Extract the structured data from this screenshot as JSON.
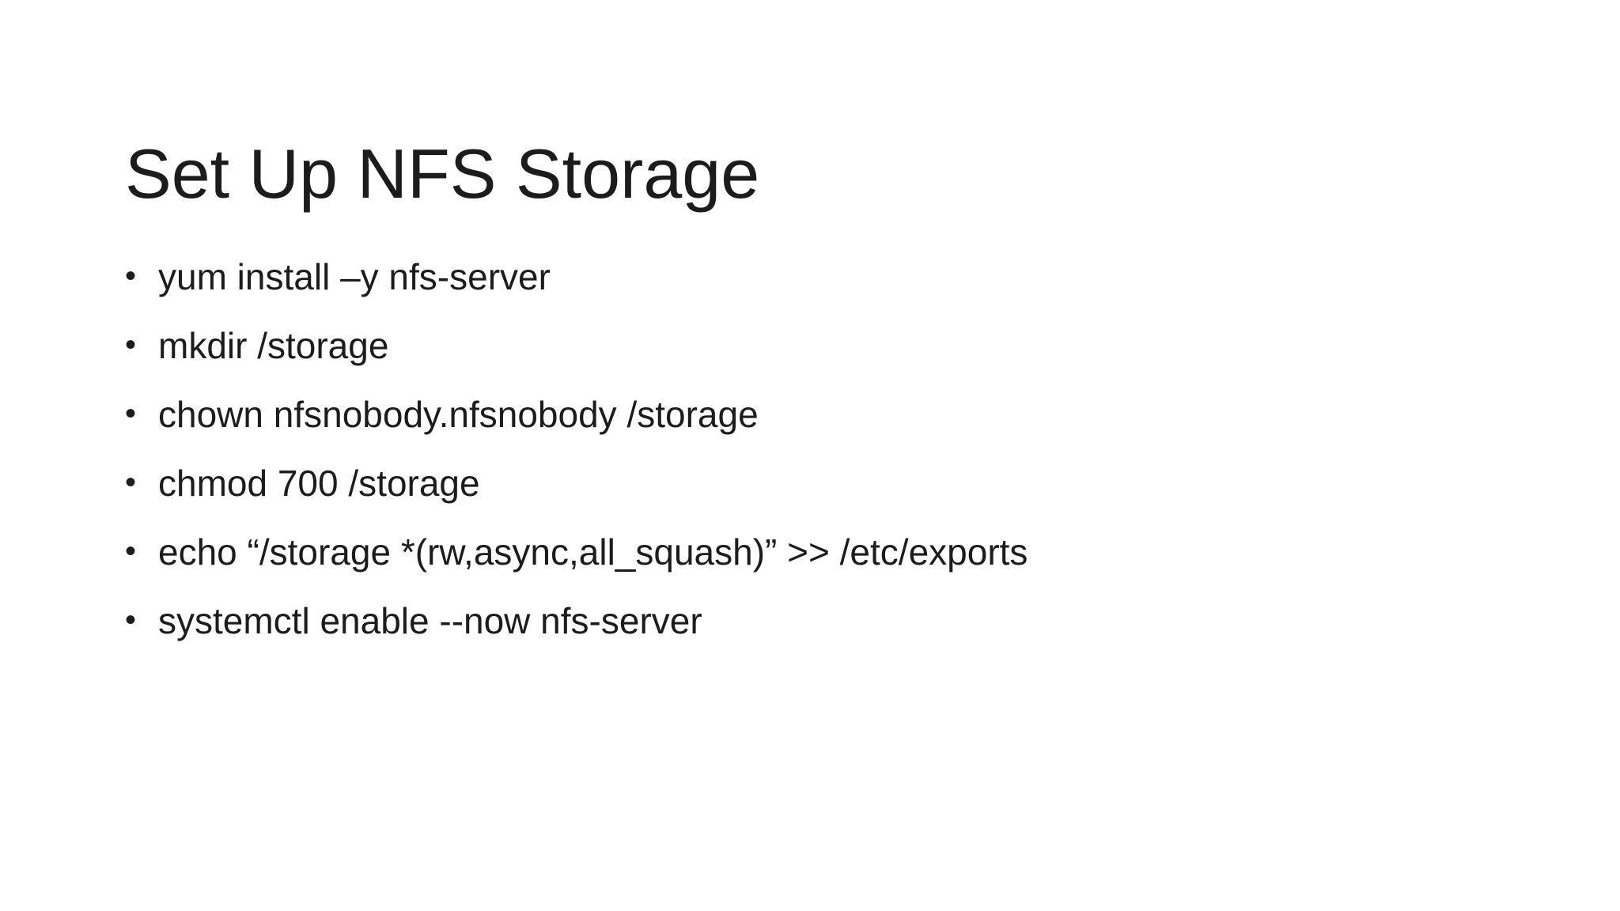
{
  "slide": {
    "title": "Set Up NFS Storage",
    "bullet_glyph": "•",
    "bullets": [
      "yum install –y nfs-server",
      "mkdir /storage",
      "chown nfsnobody.nfsnobody /storage",
      "chmod 700 /storage",
      "echo “/storage *(rw,async,all_squash)” >> /etc/exports",
      "systemctl enable --now nfs-server"
    ],
    "colors": {
      "background": "#ffffff",
      "text": "#1c1c1c"
    }
  }
}
